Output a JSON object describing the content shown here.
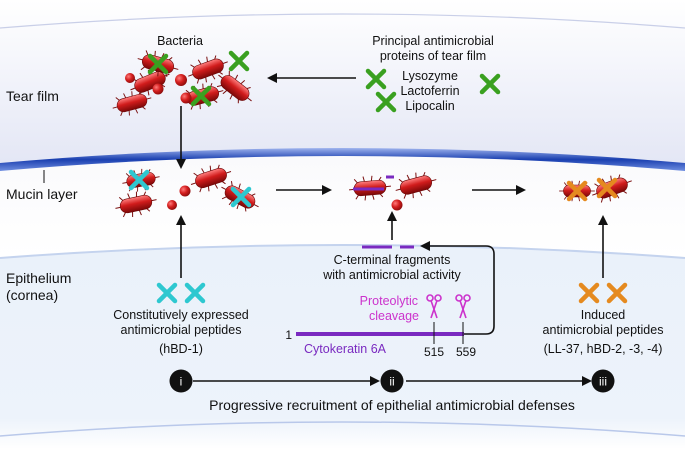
{
  "layers": {
    "tear_film": "Tear film",
    "mucin": "Mucin layer",
    "epithelium_line1": "Epithelium",
    "epithelium_line2": "(cornea)"
  },
  "tear": {
    "bacteria_label": "Bacteria",
    "proteins_title_line1": "Principal antimicrobial",
    "proteins_title_line2": "proteins of tear film",
    "proteins": [
      "Lysozyme",
      "Lactoferrin",
      "Lipocalin"
    ]
  },
  "epithelium": {
    "constitutive_line1": "Constitutively expressed",
    "constitutive_line2": "antimicrobial peptides",
    "constitutive_example": "(hBD-1)",
    "fragments_line1": "C-terminal fragments",
    "fragments_line2": "with antimicrobial activity",
    "proteolytic_line1": "Proteolytic",
    "proteolytic_line2": "cleavage",
    "cytokeratin": "Cytokeratin 6A",
    "pos_start": "1",
    "pos_515": "515",
    "pos_559": "559",
    "induced_line1": "Induced",
    "induced_line2": "antimicrobial peptides",
    "induced_example": "(LL-37, hBD-2, -3, -4)"
  },
  "steps": {
    "labels": [
      "i",
      "ii",
      "iii"
    ],
    "caption": "Progressive recruitment of epithelial antimicrobial defenses"
  },
  "colors": {
    "bacteria": "#cc1a1a",
    "green_x": "#3aa020",
    "cyan_x": "#2ec8d0",
    "orange_x": "#e58a1f",
    "purple": "#7a2ac0",
    "magenta": "#cc33cc",
    "mucin_band": "#1a3fb0"
  }
}
